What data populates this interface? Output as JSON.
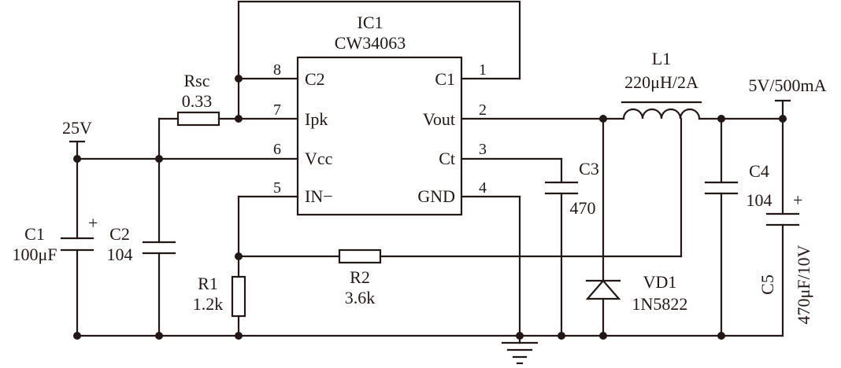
{
  "ic": {
    "ref": "IC1",
    "part": "CW34063",
    "pins": [
      {
        "num": "8",
        "name": "C2"
      },
      {
        "num": "7",
        "name": "Ipk"
      },
      {
        "num": "6",
        "name": "Vcc"
      },
      {
        "num": "5",
        "name": "IN−"
      },
      {
        "num": "1",
        "name": "C1"
      },
      {
        "num": "2",
        "name": "Vout"
      },
      {
        "num": "3",
        "name": "Ct"
      },
      {
        "num": "4",
        "name": "GND"
      }
    ]
  },
  "supply": {
    "label": "25V"
  },
  "output": {
    "label": "5V/500mA"
  },
  "components": {
    "rsc": {
      "ref": "Rsc",
      "value": "0.33"
    },
    "c1": {
      "ref": "C1",
      "value": "100μF",
      "polarity": "+"
    },
    "c2": {
      "ref": "C2",
      "value": "104"
    },
    "r1": {
      "ref": "R1",
      "value": "1.2k"
    },
    "r2": {
      "ref": "R2",
      "value": "3.6k"
    },
    "c3": {
      "ref": "C3",
      "value": "470"
    },
    "l1": {
      "ref": "L1",
      "value": "220μH/2A"
    },
    "vd1": {
      "ref": "VD1",
      "value": "1N5822"
    },
    "c4": {
      "ref": "C4",
      "value": "104"
    },
    "c5": {
      "ref": "C5",
      "value": "470μF/10V",
      "polarity": "+"
    }
  }
}
